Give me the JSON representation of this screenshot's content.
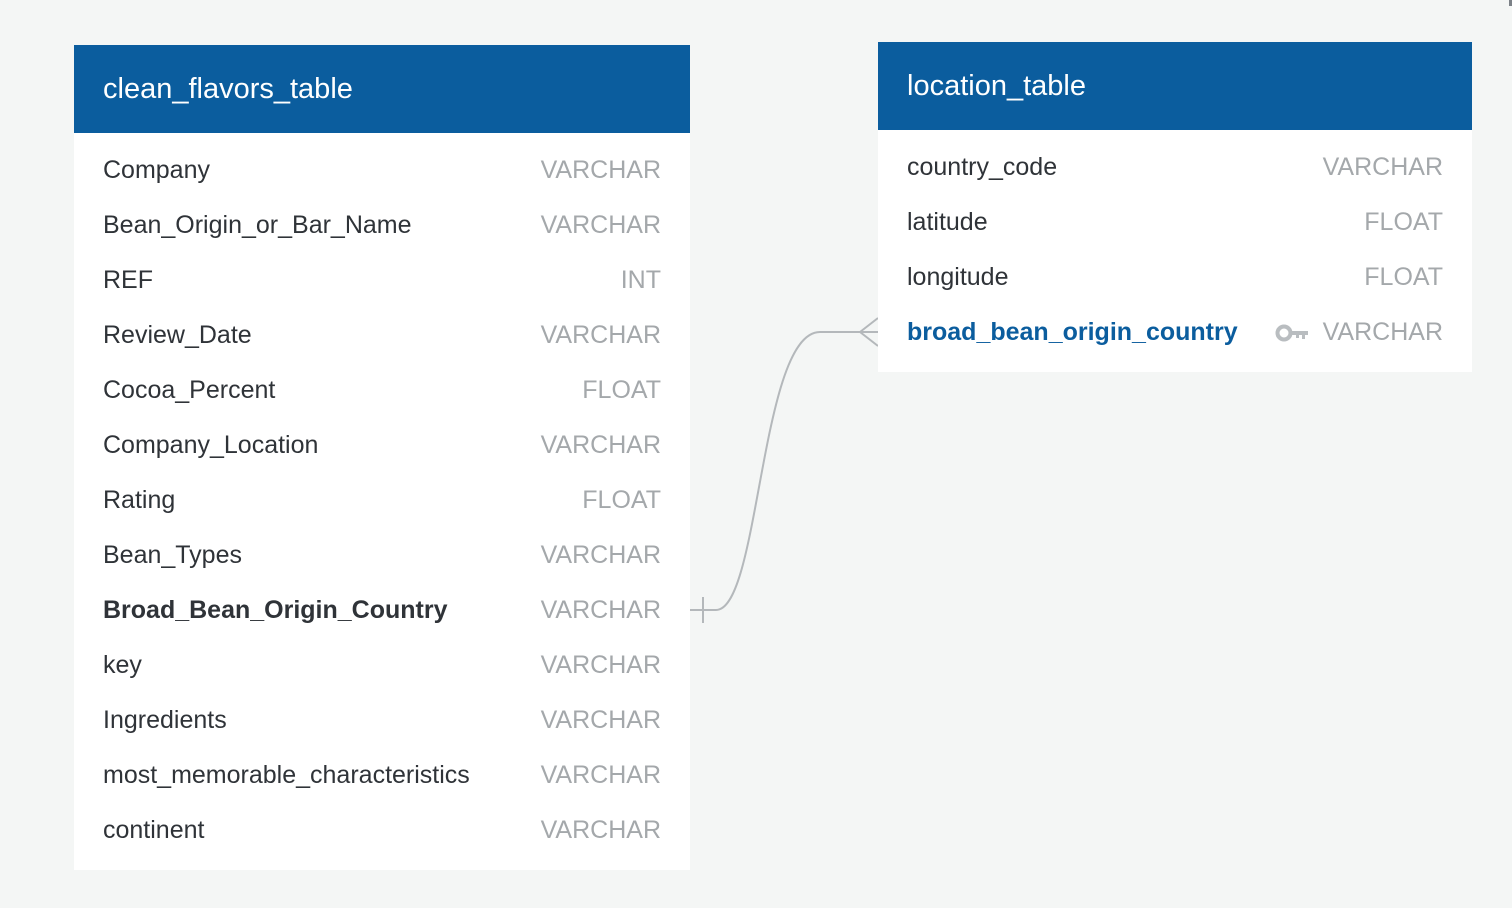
{
  "tables": [
    {
      "name": "clean_flavors_table",
      "columns": [
        {
          "name": "Company",
          "type": "VARCHAR"
        },
        {
          "name": "Bean_Origin_or_Bar_Name",
          "type": "VARCHAR"
        },
        {
          "name": "REF",
          "type": "INT"
        },
        {
          "name": "Review_Date",
          "type": "VARCHAR"
        },
        {
          "name": "Cocoa_Percent",
          "type": "FLOAT"
        },
        {
          "name": "Company_Location",
          "type": "VARCHAR"
        },
        {
          "name": "Rating",
          "type": "FLOAT"
        },
        {
          "name": "Bean_Types",
          "type": "VARCHAR"
        },
        {
          "name": "Broad_Bean_Origin_Country",
          "type": "VARCHAR"
        },
        {
          "name": "key",
          "type": "VARCHAR"
        },
        {
          "name": "Ingredients",
          "type": "VARCHAR"
        },
        {
          "name": "most_memorable_characteristics",
          "type": "VARCHAR"
        },
        {
          "name": "continent",
          "type": "VARCHAR"
        }
      ]
    },
    {
      "name": "location_table",
      "columns": [
        {
          "name": "country_code",
          "type": "VARCHAR"
        },
        {
          "name": "latitude",
          "type": "FLOAT"
        },
        {
          "name": "longitude",
          "type": "FLOAT"
        },
        {
          "name": "broad_bean_origin_country",
          "type": "VARCHAR",
          "icon": "key-icon"
        }
      ]
    }
  ],
  "relationships": [
    {
      "from_table": "clean_flavors_table",
      "from_column": "Broad_Bean_Origin_Country",
      "from_cardinality": "one",
      "to_table": "location_table",
      "to_column": "broad_bean_origin_country",
      "to_cardinality": "many"
    }
  ],
  "colors": {
    "header_background": "#0b5d9e",
    "background": "#f4f6f5",
    "type_text": "#a4a8ab",
    "primary_key_text": "#0b5d9e",
    "relationship_line": "#b4b8bb"
  }
}
